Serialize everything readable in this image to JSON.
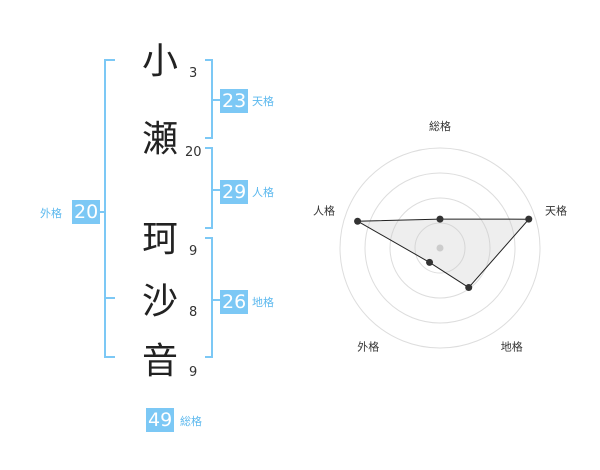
{
  "colors": {
    "accent": "#7cc8f5",
    "accent_text": "#5bb8ee",
    "text": "#222222"
  },
  "name": {
    "surname": [
      {
        "char": "小",
        "strokes": "3"
      },
      {
        "char": "瀬",
        "strokes": "20"
      }
    ],
    "given": [
      {
        "char": "珂",
        "strokes": "9"
      },
      {
        "char": "沙",
        "strokes": "8"
      },
      {
        "char": "音",
        "strokes": "9"
      }
    ]
  },
  "fortune": {
    "tenkaku": {
      "value": "23",
      "label": "天格"
    },
    "jinkaku": {
      "value": "29",
      "label": "人格"
    },
    "chikaku": {
      "value": "26",
      "label": "地格"
    },
    "gaikaku": {
      "value": "20",
      "label": "外格"
    },
    "soukaku": {
      "value": "49",
      "label": "総格"
    }
  },
  "radar": {
    "axes": [
      "総格",
      "天格",
      "地格",
      "外格",
      "人格"
    ],
    "levels": 4,
    "scores": [
      1.3,
      4.2,
      2.2,
      0.8,
      3.9
    ],
    "max": 4.5
  }
}
